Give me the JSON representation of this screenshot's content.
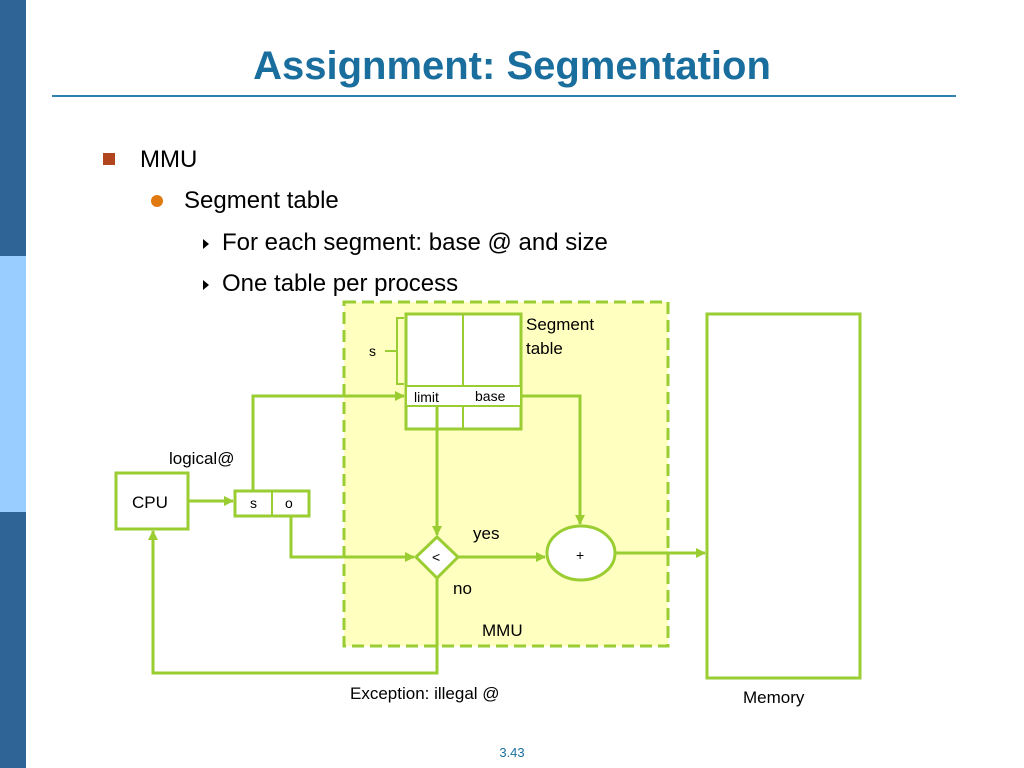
{
  "title": "Assignment: Segmentation",
  "bullets": {
    "level1": "MMU",
    "level2": "Segment table",
    "level3": [
      "For each segment: base @ and size",
      "One table per process"
    ]
  },
  "diagram": {
    "segment_table_label": "Segment table",
    "s_index_label": "s",
    "limit_label": "limit",
    "base_label": "base",
    "logical_label": "logical@",
    "cpu_label": "CPU",
    "addr_s": "s",
    "addr_o": "o",
    "compare_symbol": "<",
    "yes_label": "yes",
    "no_label": "no",
    "adder_symbol": "+",
    "mmu_label": "MMU",
    "exception_label": "Exception: illegal @",
    "memory_label": "Memory"
  },
  "slide_number": "3.43",
  "colors": {
    "title": "#1a6e9e",
    "sidebar_dark": "#2e6496",
    "sidebar_light": "#99ccff",
    "diagram_green": "#9acd32",
    "mmu_fill": "#ffffc0"
  }
}
